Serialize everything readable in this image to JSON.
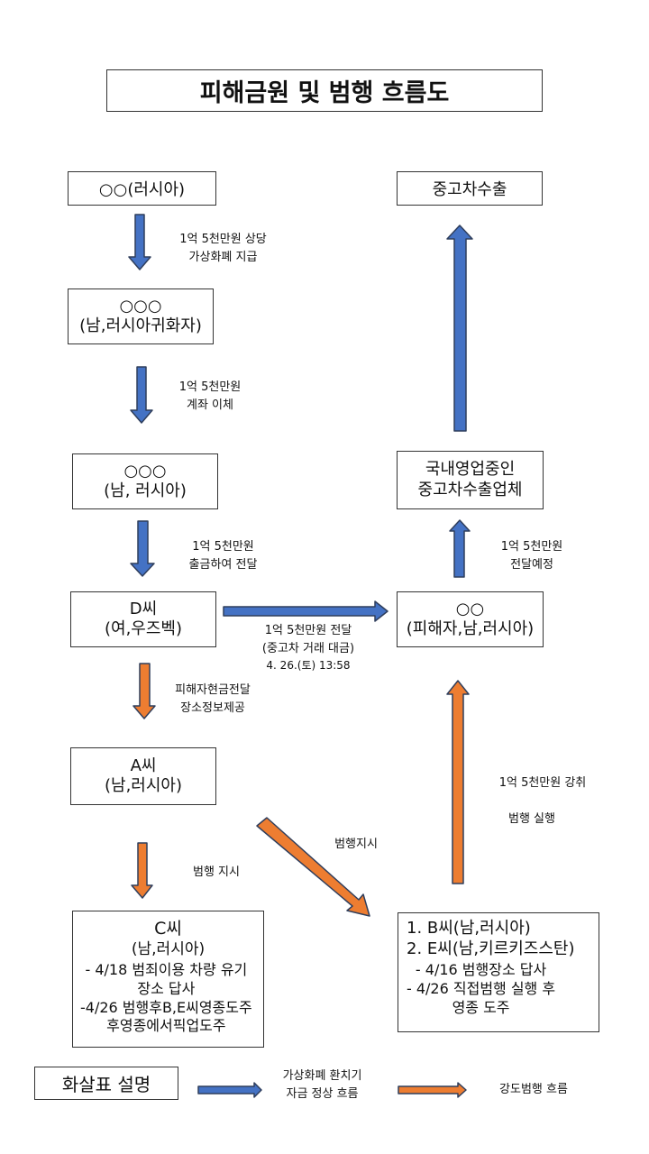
{
  "title": "피해금원 및 범행 흐름도",
  "boxes": {
    "russia_origin": "○○(러시아)",
    "used_car_export": "중고차수출",
    "naturalized": [
      "○○○",
      "(남,러시아귀화자)"
    ],
    "russian_male": [
      "○○○",
      "(남, 러시아)"
    ],
    "domestic_company": [
      "국내영업중인",
      "중고차수출업체"
    ],
    "d": [
      "D씨",
      "(여,우즈벡)"
    ],
    "victim": [
      "○○",
      "(피해자,남,러시아)"
    ],
    "a": [
      "A씨",
      "(남,러시아)"
    ],
    "c": {
      "name": "C씨",
      "sub": "(남,러시아)",
      "items": [
        "- 4/18 범죄이용 차량 유기",
        "장소 답사",
        "-4/26 범행후B,E씨영종도주",
        "후영종에서픽업도주"
      ]
    },
    "be": {
      "line1": "1. B씨(남,러시아)",
      "line2": "2. E씨(남,키르키즈스탄)",
      "items": [
        "- 4/16 범행장소 답사",
        "- 4/26 직접범행 실행 후",
        "영종 도주"
      ]
    }
  },
  "labels": {
    "crypto_pay": [
      "1억 5천만원 상당",
      "가상화폐 지급"
    ],
    "transfer": [
      "1억 5천만원",
      "계좌 이체"
    ],
    "withdraw": [
      "1억 5천만원",
      "출금하여 전달"
    ],
    "deliver": [
      "1억 5천만원 전달",
      "(중고차 거래 대금)",
      "4. 26.(토) 13:58"
    ],
    "info": [
      "피해자현금전달",
      "장소정보제공"
    ],
    "order1": "범행 지시",
    "order2": "범행지시",
    "robbery": "1억 5천만원 강취",
    "execute": "범행 실행",
    "planned": [
      "1억 5천만원",
      "전달예정"
    ]
  },
  "legend": {
    "title": "화살표 설명",
    "blue": [
      "가상화폐 환치기",
      "자금 정상 흐름"
    ],
    "orange": "강도범행 흐름"
  },
  "colors": {
    "blue": "#4472C4",
    "orange": "#ED7D31",
    "outline": "#2F3E5C"
  }
}
